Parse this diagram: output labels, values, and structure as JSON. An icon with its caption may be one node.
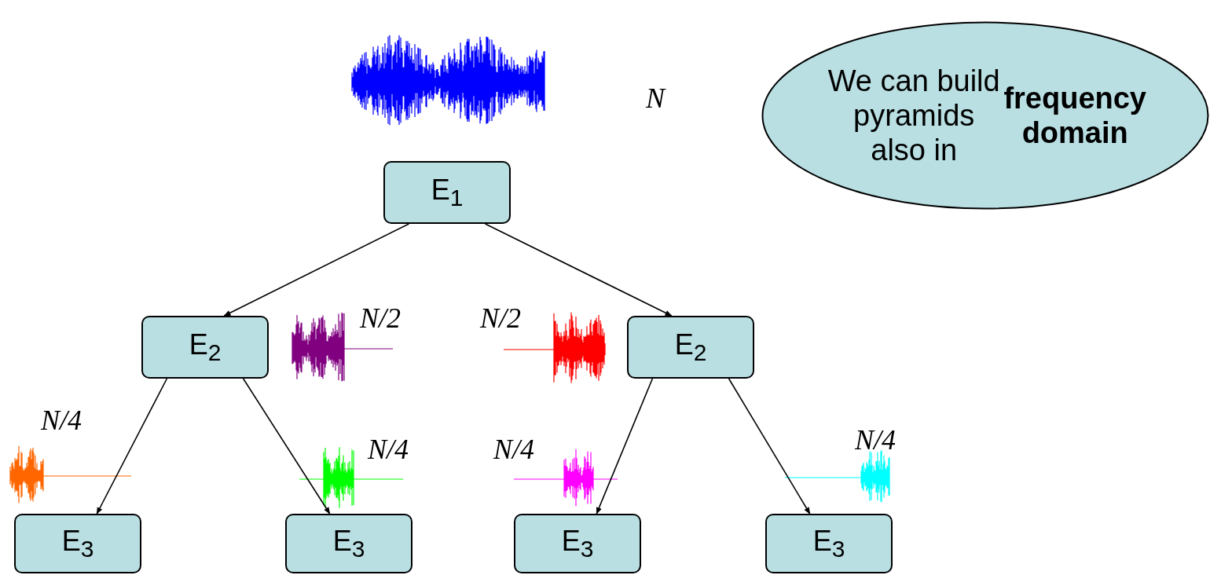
{
  "diagram": {
    "nodes": [
      {
        "text": [
          "We can build pyramids also in **frequency domain**"
        ]
      },
      {
        "text": [
          "E$_{1}$"
        ]
      },
      {
        "text": [
          "E$_{2}$"
        ]
      },
      {
        "text": [
          "E$_{2}$"
        ]
      },
      {
        "text": [
          "E$_{3}$"
        ]
      },
      {
        "text": [
          "E$_{3}$"
        ]
      },
      {
        "text": [
          "E$_{3}$"
        ]
      },
      {
        "text": [
          "E$_{3}$"
        ]
      }
    ],
    "edges": [
      {
        "from": 1,
        "to": 2,
        "arrow": "to"
      },
      {
        "from": 1,
        "to": 3,
        "arrow": "to"
      },
      {
        "from": 2,
        "to": 4,
        "arrow": "to"
      },
      {
        "from": 2,
        "to": 5,
        "arrow": "to"
      },
      {
        "from": 3,
        "to": 6,
        "arrow": "to"
      },
      {
        "from": 3,
        "to": 7,
        "arrow": "to"
      }
    ],
    "labels": [
      "N",
      "N/2",
      "N/2",
      "N/4",
      "N/4",
      "N/4",
      "N/4"
    ]
  }
}
